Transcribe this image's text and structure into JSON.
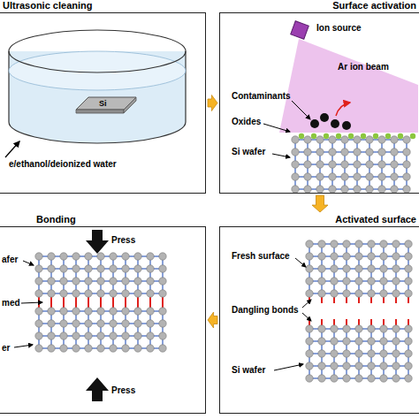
{
  "diagram": {
    "nodes": [
      {
        "text": [
          "Ultrasonic cleaning"
        ]
      },
      {
        "text": [
          "Surface activation"
        ]
      },
      {
        "text": [
          "Bonding"
        ]
      },
      {
        "text": [
          "Activated surface"
        ]
      }
    ],
    "edges": [
      {
        "from": 0,
        "to": 1,
        "arrow": "to"
      },
      {
        "from": 1,
        "to": 3,
        "arrow": "to"
      },
      {
        "from": 3,
        "to": 2,
        "arrow": "to"
      }
    ],
    "labels": [
      "Si",
      "e/ethanol/deionized water",
      "Ion source",
      "Ar ion beam",
      "Contaminants",
      "Oxides",
      "Si wafer",
      "Fresh surface",
      "Dangling bonds",
      "Si wafer",
      "afer",
      "med",
      "er",
      "Press",
      "Press"
    ]
  }
}
